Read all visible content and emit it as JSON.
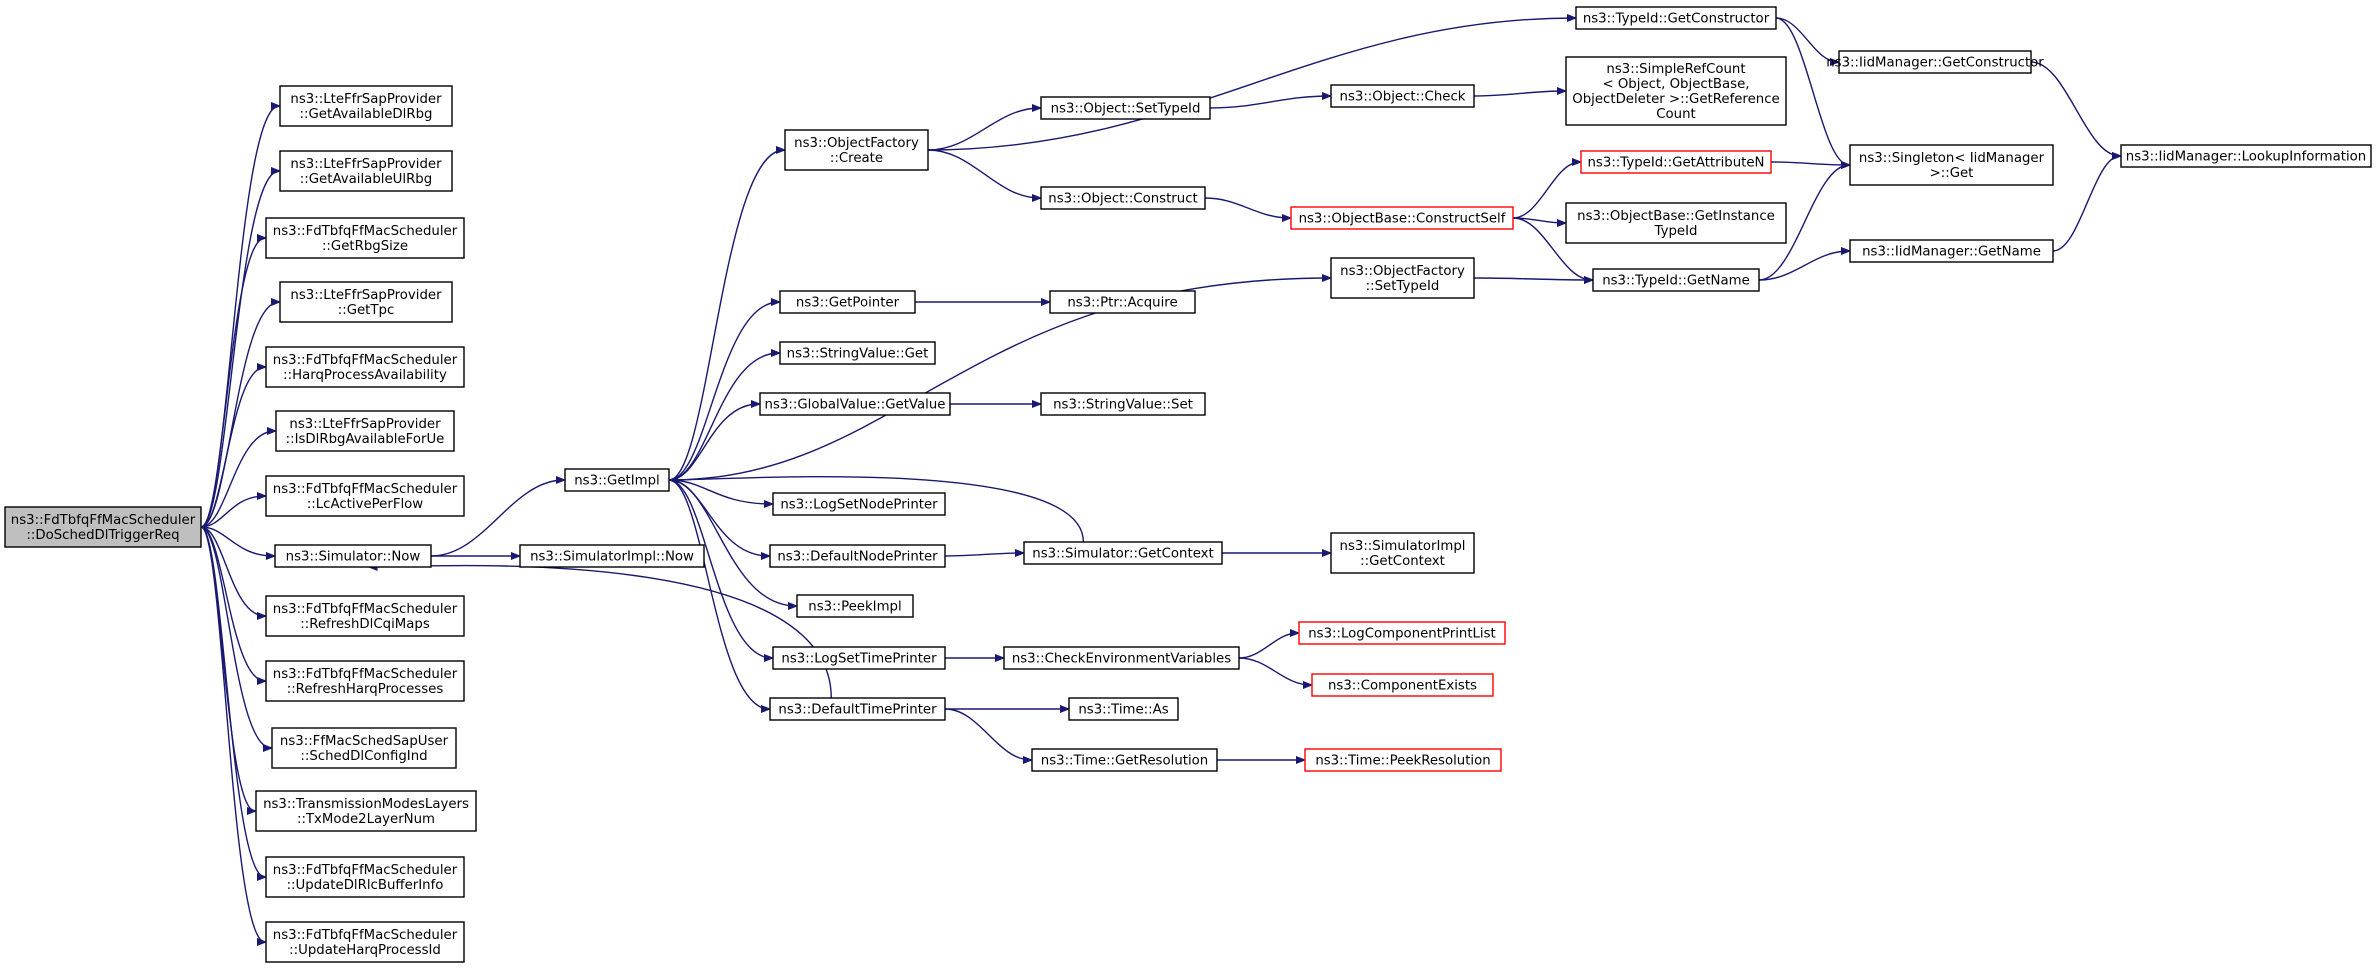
{
  "graph": {
    "edge_color": "#191970",
    "root_fill": "#bfbfbf",
    "truncated_border_color": "#ff0000",
    "nodes": [
      {
        "id": "root",
        "lines": [
          "ns3::FdTbfqFfMacScheduler",
          "::DoSchedDlTriggerReq"
        ],
        "style": "root"
      },
      {
        "id": "getAvailDl",
        "lines": [
          "ns3::LteFfrSapProvider",
          "::GetAvailableDlRbg"
        ]
      },
      {
        "id": "getAvailUl",
        "lines": [
          "ns3::LteFfrSapProvider",
          "::GetAvailableUlRbg"
        ]
      },
      {
        "id": "getRbgSize",
        "lines": [
          "ns3::FdTbfqFfMacScheduler",
          "::GetRbgSize"
        ]
      },
      {
        "id": "getTpc",
        "lines": [
          "ns3::LteFfrSapProvider",
          "::GetTpc"
        ]
      },
      {
        "id": "harqAvail",
        "lines": [
          "ns3::FdTbfqFfMacScheduler",
          "::HarqProcessAvailability"
        ]
      },
      {
        "id": "isDlRbg",
        "lines": [
          "ns3::LteFfrSapProvider",
          "::IsDlRbgAvailableForUe"
        ]
      },
      {
        "id": "lcActive",
        "lines": [
          "ns3::FdTbfqFfMacScheduler",
          "::LcActivePerFlow"
        ]
      },
      {
        "id": "simNow",
        "lines": [
          "ns3::Simulator::Now"
        ]
      },
      {
        "id": "refreshCqi",
        "lines": [
          "ns3::FdTbfqFfMacScheduler",
          "::RefreshDlCqiMaps"
        ]
      },
      {
        "id": "refreshHarq",
        "lines": [
          "ns3::FdTbfqFfMacScheduler",
          "::RefreshHarqProcesses"
        ]
      },
      {
        "id": "schedDlCfg",
        "lines": [
          "ns3::FfMacSchedSapUser",
          "::SchedDlConfigInd"
        ]
      },
      {
        "id": "txMode",
        "lines": [
          "ns3::TransmissionModesLayers",
          "::TxMode2LayerNum"
        ]
      },
      {
        "id": "updDlRlc",
        "lines": [
          "ns3::FdTbfqFfMacScheduler",
          "::UpdateDlRlcBufferInfo"
        ]
      },
      {
        "id": "updHarqId",
        "lines": [
          "ns3::FdTbfqFfMacScheduler",
          "::UpdateHarqProcessId"
        ]
      },
      {
        "id": "getImpl",
        "lines": [
          "ns3::GetImpl"
        ]
      },
      {
        "id": "simImplNow",
        "lines": [
          "ns3::SimulatorImpl::Now"
        ]
      },
      {
        "id": "objFactCreate",
        "lines": [
          "ns3::ObjectFactory",
          "::Create"
        ]
      },
      {
        "id": "getPointer",
        "lines": [
          "ns3::GetPointer"
        ]
      },
      {
        "id": "strValGet",
        "lines": [
          "ns3::StringValue::Get"
        ]
      },
      {
        "id": "globalGetValue",
        "lines": [
          "ns3::GlobalValue::GetValue"
        ]
      },
      {
        "id": "logSetNode",
        "lines": [
          "ns3::LogSetNodePrinter"
        ]
      },
      {
        "id": "defNode",
        "lines": [
          "ns3::DefaultNodePrinter"
        ]
      },
      {
        "id": "peekImpl",
        "lines": [
          "ns3::PeekImpl"
        ]
      },
      {
        "id": "logSetTime",
        "lines": [
          "ns3::LogSetTimePrinter"
        ]
      },
      {
        "id": "defTime",
        "lines": [
          "ns3::DefaultTimePrinter"
        ]
      },
      {
        "id": "objSetTypeId",
        "lines": [
          "ns3::Object::SetTypeId"
        ]
      },
      {
        "id": "objConstruct",
        "lines": [
          "ns3::Object::Construct"
        ]
      },
      {
        "id": "ptrAcquire",
        "lines": [
          "ns3::Ptr::Acquire"
        ]
      },
      {
        "id": "strValSet",
        "lines": [
          "ns3::StringValue::Set"
        ]
      },
      {
        "id": "simGetContext",
        "lines": [
          "ns3::Simulator::GetContext"
        ]
      },
      {
        "id": "checkEnv",
        "lines": [
          "ns3::CheckEnvironmentVariables"
        ]
      },
      {
        "id": "timeAs",
        "lines": [
          "ns3::Time::As"
        ]
      },
      {
        "id": "timeGetRes",
        "lines": [
          "ns3::Time::GetResolution"
        ]
      },
      {
        "id": "typeIdGetCtor",
        "lines": [
          "ns3::TypeId::GetConstructor"
        ]
      },
      {
        "id": "objCheck",
        "lines": [
          "ns3::Object::Check"
        ]
      },
      {
        "id": "objBaseConstruct",
        "lines": [
          "ns3::ObjectBase::ConstructSelf"
        ],
        "style": "red"
      },
      {
        "id": "objFactSetTypeId",
        "lines": [
          "ns3::ObjectFactory",
          "::SetTypeId"
        ]
      },
      {
        "id": "simImplGetContext",
        "lines": [
          "ns3::SimulatorImpl",
          "::GetContext"
        ]
      },
      {
        "id": "logCompPrint",
        "lines": [
          "ns3::LogComponentPrintList"
        ],
        "style": "red"
      },
      {
        "id": "compExists",
        "lines": [
          "ns3::ComponentExists"
        ],
        "style": "red"
      },
      {
        "id": "timePeekRes",
        "lines": [
          "ns3::Time::PeekResolution"
        ],
        "style": "red"
      },
      {
        "id": "simpleRef",
        "lines": [
          "ns3::SimpleRefCount",
          "< Object, ObjectBase,",
          " ObjectDeleter >::GetReference",
          "Count"
        ]
      },
      {
        "id": "typeIdGetAttrN",
        "lines": [
          "ns3::TypeId::GetAttributeN"
        ],
        "style": "red"
      },
      {
        "id": "objBaseGetInst",
        "lines": [
          "ns3::ObjectBase::GetInstance",
          "TypeId"
        ]
      },
      {
        "id": "typeIdGetName",
        "lines": [
          "ns3::TypeId::GetName"
        ]
      },
      {
        "id": "iidGetCtor",
        "lines": [
          "ns3::IidManager::GetConstructor"
        ]
      },
      {
        "id": "singletonGet",
        "lines": [
          "ns3::Singleton< IidManager",
          " >::Get"
        ]
      },
      {
        "id": "iidGetName",
        "lines": [
          "ns3::IidManager::GetName"
        ]
      },
      {
        "id": "iidLookup",
        "lines": [
          "ns3::IidManager::LookupInformation"
        ]
      }
    ],
    "edges": [
      [
        "root",
        "getAvailDl"
      ],
      [
        "root",
        "getAvailUl"
      ],
      [
        "root",
        "getRbgSize"
      ],
      [
        "root",
        "getTpc"
      ],
      [
        "root",
        "harqAvail"
      ],
      [
        "root",
        "isDlRbg"
      ],
      [
        "root",
        "lcActive"
      ],
      [
        "root",
        "simNow"
      ],
      [
        "root",
        "refreshCqi"
      ],
      [
        "root",
        "refreshHarq"
      ],
      [
        "root",
        "schedDlCfg"
      ],
      [
        "root",
        "txMode"
      ],
      [
        "root",
        "updDlRlc"
      ],
      [
        "root",
        "updHarqId"
      ],
      [
        "simNow",
        "getImpl"
      ],
      [
        "simNow",
        "simImplNow"
      ],
      [
        "getImpl",
        "objFactCreate"
      ],
      [
        "getImpl",
        "objFactSetTypeId"
      ],
      [
        "getImpl",
        "getPointer"
      ],
      [
        "getImpl",
        "strValGet"
      ],
      [
        "getImpl",
        "globalGetValue"
      ],
      [
        "getImpl",
        "logSetNode"
      ],
      [
        "getImpl",
        "defNode"
      ],
      [
        "getImpl",
        "peekImpl"
      ],
      [
        "getImpl",
        "logSetTime"
      ],
      [
        "getImpl",
        "defTime"
      ],
      [
        "objFactCreate",
        "typeIdGetCtor"
      ],
      [
        "objFactCreate",
        "objSetTypeId"
      ],
      [
        "objFactCreate",
        "objConstruct"
      ],
      [
        "objSetTypeId",
        "objCheck"
      ],
      [
        "objCheck",
        "simpleRef"
      ],
      [
        "objConstruct",
        "objBaseConstruct"
      ],
      [
        "objBaseConstruct",
        "typeIdGetAttrN"
      ],
      [
        "objBaseConstruct",
        "objBaseGetInst"
      ],
      [
        "objBaseConstruct",
        "typeIdGetName"
      ],
      [
        "typeIdGetAttrN",
        "singletonGet"
      ],
      [
        "objFactSetTypeId",
        "typeIdGetName"
      ],
      [
        "typeIdGetName",
        "singletonGet"
      ],
      [
        "typeIdGetName",
        "iidGetName"
      ],
      [
        "typeIdGetCtor",
        "iidGetCtor"
      ],
      [
        "typeIdGetCtor",
        "singletonGet"
      ],
      [
        "iidGetCtor",
        "iidLookup"
      ],
      [
        "iidGetName",
        "iidLookup"
      ],
      [
        "getPointer",
        "ptrAcquire"
      ],
      [
        "globalGetValue",
        "strValSet"
      ],
      [
        "defNode",
        "simGetContext"
      ],
      [
        "simGetContext",
        "getImpl"
      ],
      [
        "simGetContext",
        "simImplGetContext"
      ],
      [
        "logSetTime",
        "checkEnv"
      ],
      [
        "checkEnv",
        "logCompPrint"
      ],
      [
        "checkEnv",
        "compExists"
      ],
      [
        "defTime",
        "simNow"
      ],
      [
        "defTime",
        "timeAs"
      ],
      [
        "defTime",
        "timeGetRes"
      ],
      [
        "timeGetRes",
        "timePeekRes"
      ]
    ]
  }
}
